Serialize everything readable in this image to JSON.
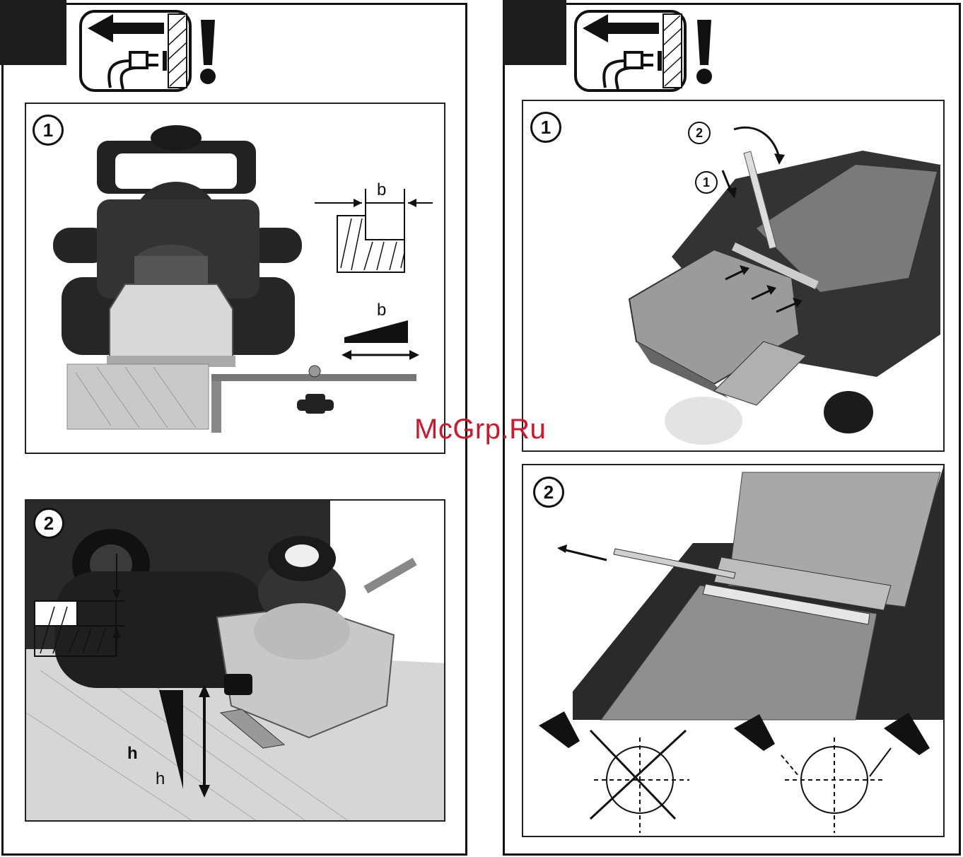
{
  "left_page": {
    "step1": {
      "number": "1",
      "labels": {
        "b_top": "b",
        "b_wedge": "b"
      }
    },
    "step2": {
      "number": "2",
      "labels": {
        "h_bold": "h",
        "h_wedge": "h"
      }
    }
  },
  "right_page": {
    "step1": {
      "number": "1",
      "sub_steps": [
        "2",
        "1"
      ]
    },
    "step2": {
      "number": "2"
    }
  },
  "watermark": "McGrp.Ru",
  "icons": [
    "unplug-warning-icon",
    "exclamation-icon"
  ],
  "colors": {
    "ink": "#111111",
    "watermark": "#d0162a"
  }
}
